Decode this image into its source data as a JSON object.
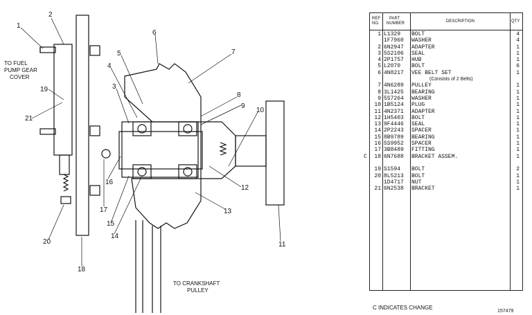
{
  "drawing": {
    "callouts": [
      "1",
      "2",
      "3",
      "4",
      "5",
      "6",
      "7",
      "8",
      "9",
      "10",
      "11",
      "12",
      "13",
      "14",
      "15",
      "16",
      "17",
      "18",
      "19",
      "20",
      "21"
    ],
    "notes": {
      "fuel_pump": [
        "TO FUEL",
        "PUMP GEAR",
        "COVER"
      ],
      "crankshaft": [
        "TO CRANKSHAFT",
        "PULLEY"
      ]
    }
  },
  "parts_list": {
    "headers": {
      "ref": [
        "REF",
        "NO."
      ],
      "part": [
        "PART",
        "NUMBER"
      ],
      "description": "DESCRIPTION",
      "qty": "QTY"
    },
    "rows": [
      {
        "ref": "1",
        "part": "L1329",
        "desc": "BOLT",
        "qty": "4"
      },
      {
        "ref": "",
        "part": "1F7960",
        "desc": "WASHER",
        "qty": "4"
      },
      {
        "ref": "2",
        "part": "6N2947",
        "desc": "ADAPTER",
        "qty": "1"
      },
      {
        "ref": "3",
        "part": "5S2106",
        "desc": "SEAL",
        "qty": "1"
      },
      {
        "ref": "4",
        "part": "2P1757",
        "desc": "HUB",
        "qty": "1"
      },
      {
        "ref": "5",
        "part": "L2070",
        "desc": "BOLT",
        "qty": "6"
      },
      {
        "ref": "6",
        "part": "4N8217",
        "desc": "VEE BELT SET",
        "qty": "1"
      },
      {
        "ref": "",
        "part": "",
        "desc": "",
        "qty": "",
        "sub": "(Consists of 2 Belts)"
      },
      {
        "ref": "7",
        "part": "4N6289",
        "desc": "PULLEY",
        "qty": "1"
      },
      {
        "ref": "8",
        "part": "3L1425",
        "desc": "BEARING",
        "qty": "1"
      },
      {
        "ref": "9",
        "part": "5S7264",
        "desc": "WASHER",
        "qty": "1"
      },
      {
        "ref": "10",
        "part": "1B5124",
        "desc": "PLUG",
        "qty": "1"
      },
      {
        "ref": "11",
        "part": "4N2371",
        "desc": "ADAPTER",
        "qty": "1"
      },
      {
        "ref": "12",
        "part": "1H5403",
        "desc": "BOLT",
        "qty": "1"
      },
      {
        "ref": "13",
        "part": "9F4446",
        "desc": "SEAL",
        "qty": "1"
      },
      {
        "ref": "14",
        "part": "2P2243",
        "desc": "SPACER",
        "qty": "1"
      },
      {
        "ref": "15",
        "part": "8B9789",
        "desc": "BEARING",
        "qty": "1"
      },
      {
        "ref": "16",
        "part": "5S9952",
        "desc": "SPACER",
        "qty": "1"
      },
      {
        "ref": "17",
        "part": "3B8489",
        "desc": "FITTING",
        "qty": "1"
      },
      {
        "ref": "18",
        "part": "6N7688",
        "desc": "BRACKET ASSEM.",
        "qty": "1",
        "change": "C"
      },
      {
        "ref": "",
        "part": "",
        "desc": "",
        "qty": ""
      },
      {
        "ref": "19",
        "part": "S1594",
        "desc": "BOLT",
        "qty": "2"
      },
      {
        "ref": "20",
        "part": "8L5213",
        "desc": "BOLT",
        "qty": "1"
      },
      {
        "ref": "",
        "part": "1D4717",
        "desc": "NUT",
        "qty": "1"
      },
      {
        "ref": "21",
        "part": "6N2538",
        "desc": "BRACKET",
        "qty": "1"
      }
    ]
  },
  "footer": {
    "change_note": "C INDICATES CHANGE",
    "drawing_number": "157479"
  }
}
